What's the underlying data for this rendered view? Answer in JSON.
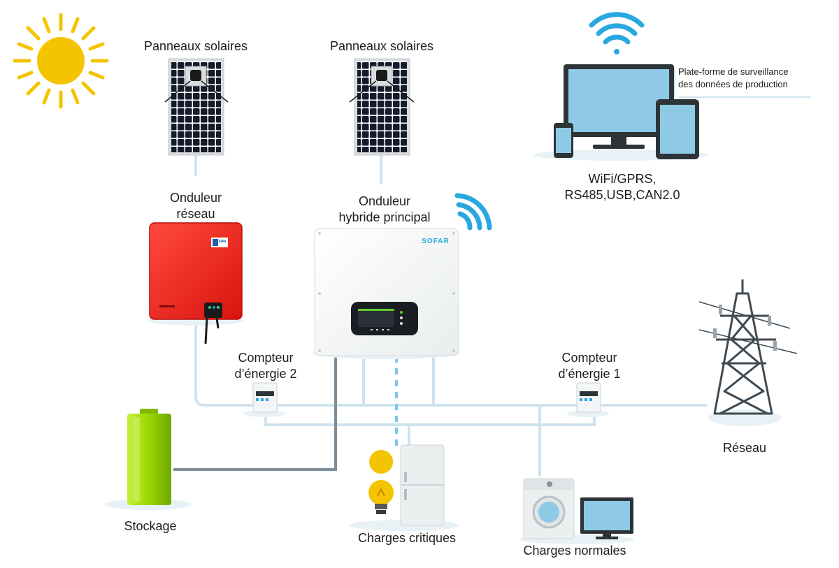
{
  "labels": {
    "panels_left": "Panneaux solaires",
    "panels_center": "Panneaux solaires",
    "grid_inverter_line1": "Onduleur",
    "grid_inverter_line2": "réseau",
    "hybrid_inverter_line1": "Onduleur",
    "hybrid_inverter_line2": "hybride principal",
    "monitoring_line1": "Plate-forme de surveillance",
    "monitoring_line2": "des données de production",
    "comm_line1": "WiFi/GPRS,",
    "comm_line2": "RS485,USB,CAN2.0",
    "meter2_line1": "Compteur",
    "meter2_line2": "d’énergie 2",
    "meter1_line1": "Compteur",
    "meter1_line2": "d’énergie 1",
    "grid": "Réseau",
    "storage": "Stockage",
    "critical_loads": "Charges critiques",
    "normal_loads": "Charges normales"
  },
  "brand": {
    "hybrid_logo": "SOFAR",
    "grid_inverter_logo": "SMA"
  },
  "colors": {
    "sun": "#f5c400",
    "wifi": "#29a8e0",
    "screen": "#8ecae6",
    "grid_inverter": "#e8211c",
    "battery": "#9bd600",
    "line_light": "#cfe3ee",
    "line_dark": "#7b8d98",
    "dashed": "#7cc8ea"
  }
}
